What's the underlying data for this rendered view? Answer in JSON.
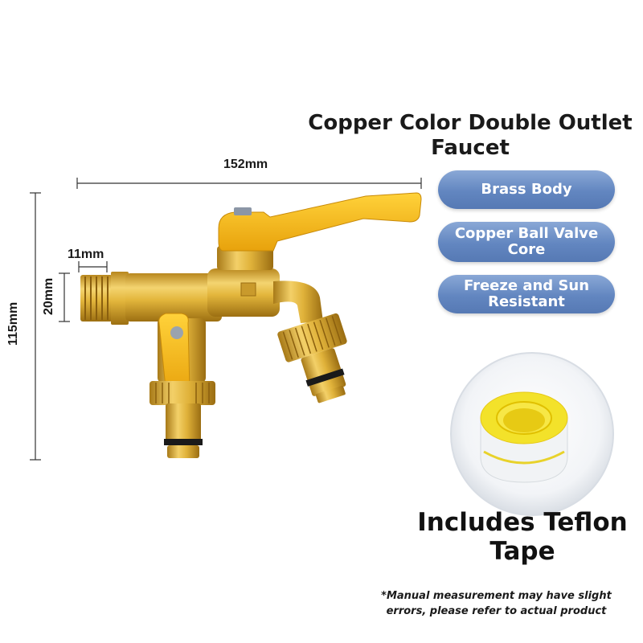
{
  "title": "Copper Color Double Outlet Faucet",
  "features": [
    {
      "label": "Brass Body"
    },
    {
      "label": "Copper Ball Valve Core"
    },
    {
      "label": "Freeze and Sun Resistant"
    }
  ],
  "dimensions": {
    "width": "152mm",
    "height": "115mm",
    "thread_length": "11mm",
    "thread_diameter": "20mm"
  },
  "tape_caption": "Includes Teflon Tape",
  "note": "*Manual measurement may have slight errors, please refer to actual product",
  "colors": {
    "brass": "#e2b53a",
    "handle_yellow": "#f4b81c",
    "pill_blue": "#6286c0",
    "tape_yellow": "#f3e22a"
  }
}
